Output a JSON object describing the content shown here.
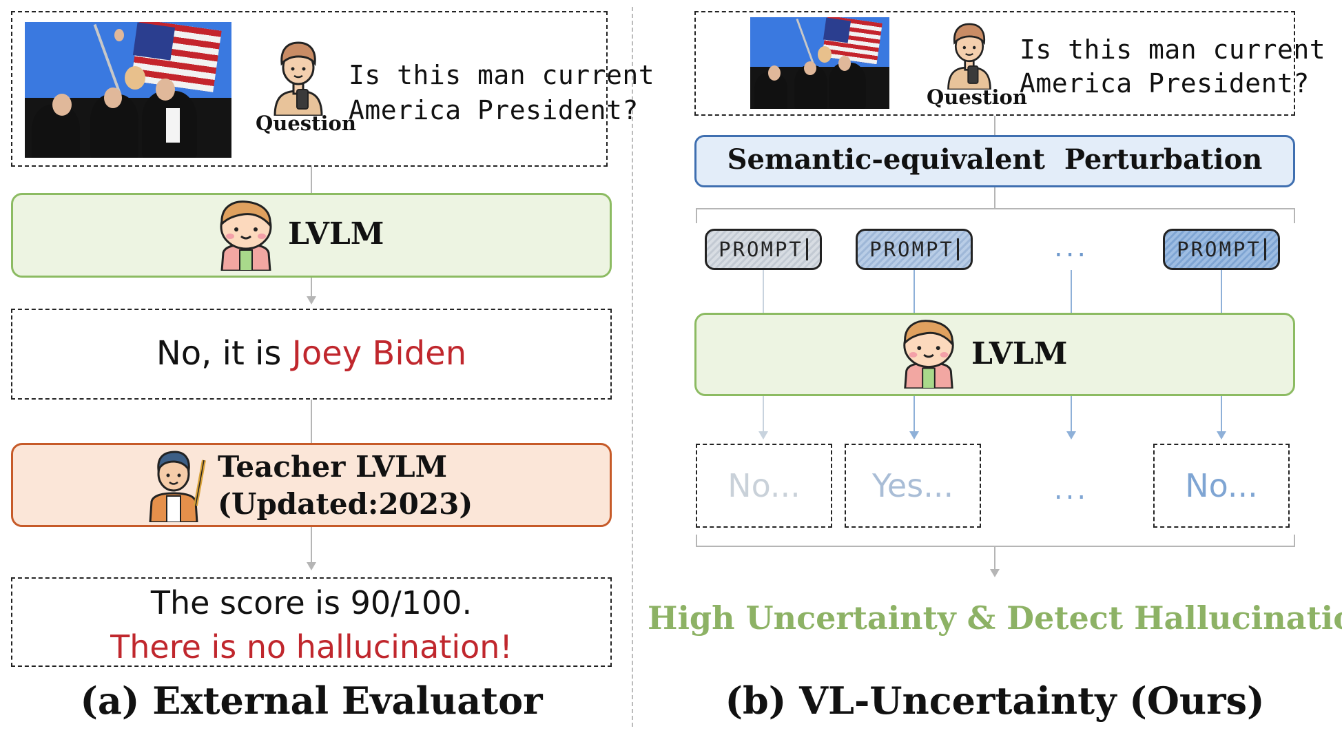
{
  "panel_a": {
    "question_label": "Question",
    "question_line1": "Is this man current",
    "question_line2": "America President?",
    "lvlm_label": "LVLM",
    "answer_prefix": "No, it is ",
    "answer_highlight": "Joey Biden",
    "teacher_line1": "Teacher LVLM",
    "teacher_line2": "(Updated:2023)",
    "score_line": "The score is 90/100.",
    "verdict_line": "There is no hallucination!",
    "caption": "(a) External Evaluator"
  },
  "panel_b": {
    "question_label": "Question",
    "question_line1": "Is this man current",
    "question_line2": "America President?",
    "perturbation_label": "Semantic-equivalent  Perturbation",
    "prompts": [
      "PROMPT",
      "PROMPT",
      "PROMPT"
    ],
    "ellipsis": "...",
    "lvlm_label": "LVLM",
    "answers": [
      "No...",
      "Yes...",
      "...",
      "No..."
    ],
    "result": "High Uncertainty & Detect Hallucination!",
    "caption": "(b) VL-Uncertainty (Ours)"
  },
  "colors": {
    "highlight_red": "#c0272d",
    "result_green": "#8db265",
    "lvlm_green_fill": "#edf4e2",
    "lvlm_green_border": "#8cbb62",
    "perturb_blue_fill": "#e3edf9",
    "perturb_blue_border": "#3f6fb0",
    "teacher_fill": "#fbe6d8",
    "teacher_border": "#c65a28"
  }
}
